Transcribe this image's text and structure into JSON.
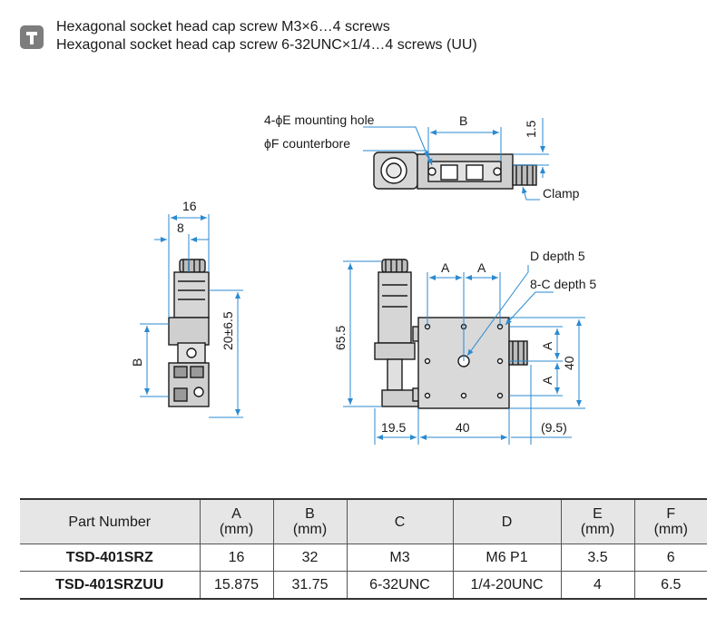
{
  "notes": {
    "line1": "Hexagonal socket head cap screw M3×6…4 screws",
    "line2": "Hexagonal socket head cap screw 6-32UNC×1/4…4 screws (UU)"
  },
  "drawing": {
    "top_view": {
      "mounting_hole": "4-ϕE mounting hole",
      "counterbore": "ϕF counterbore",
      "dim_b": "B",
      "dim_1_5": "1.5",
      "clamp": "Clamp"
    },
    "side_view": {
      "dim_16": "16",
      "dim_8": "8",
      "dim_20": "20±6.5",
      "dim_b": "B"
    },
    "front_view": {
      "dim_a_left": "A",
      "dim_a_right": "A",
      "d_depth": "D depth 5",
      "c_depth": "8-C depth 5",
      "dim_65_5": "65.5",
      "dim_a_upper": "A",
      "dim_a_lower": "A",
      "dim_40_vertical": "40",
      "dim_19_5": "19.5",
      "dim_40_horizontal": "40",
      "dim_9_5": "(9.5)"
    },
    "colors": {
      "dimension": "#2b8ad0",
      "outline": "#1a1a1a",
      "fill": "#d9d9d9"
    }
  },
  "table": {
    "headers": [
      {
        "line1": "Part Number",
        "line2": ""
      },
      {
        "line1": "A",
        "line2": "(mm)"
      },
      {
        "line1": "B",
        "line2": "(mm)"
      },
      {
        "line1": "C",
        "line2": ""
      },
      {
        "line1": "D",
        "line2": ""
      },
      {
        "line1": "E",
        "line2": "(mm)"
      },
      {
        "line1": "F",
        "line2": "(mm)"
      }
    ],
    "rows": [
      [
        "TSD-401SRZ",
        "16",
        "32",
        "M3",
        "M6 P1",
        "3.5",
        "6"
      ],
      [
        "TSD-401SRZUU",
        "15.875",
        "31.75",
        "6-32UNC",
        "1/4-20UNC",
        "4",
        "6.5"
      ]
    ]
  }
}
